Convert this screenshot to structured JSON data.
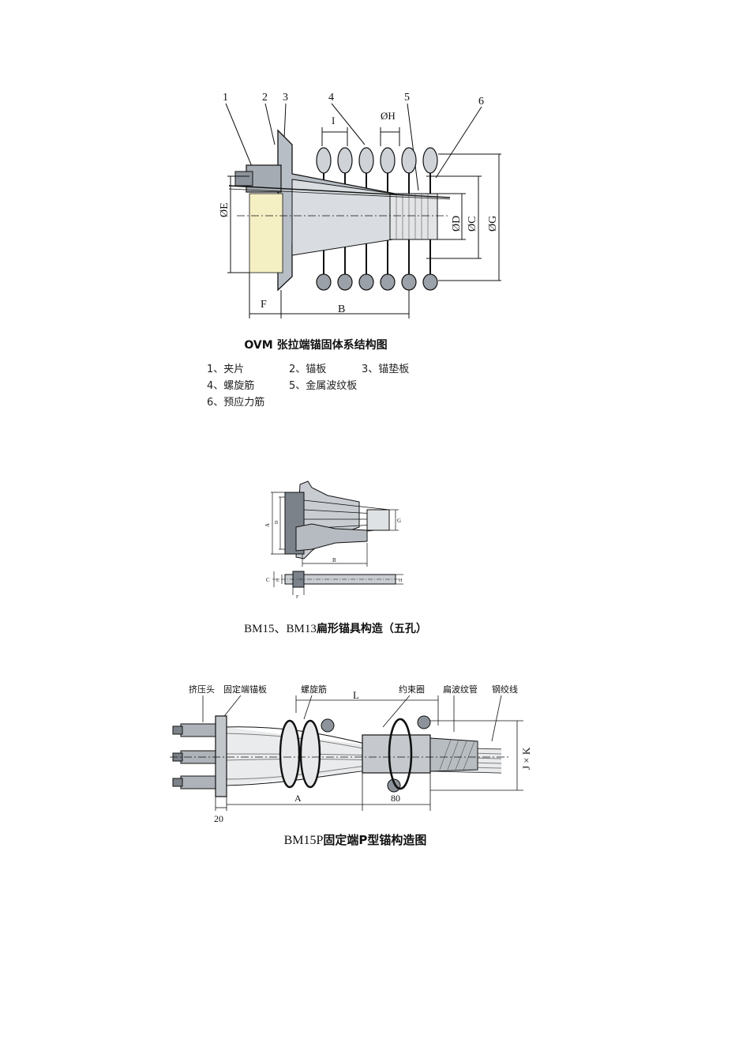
{
  "figure1": {
    "callouts": [
      "1",
      "2",
      "3",
      "4",
      "5",
      "6"
    ],
    "dims": {
      "I": "I",
      "H": "ØH",
      "E": "ØE",
      "D": "ØD",
      "C": "ØC",
      "G": "ØG",
      "F": "F",
      "B": "B"
    },
    "caption": "OVM 张拉端锚固体系结构图",
    "legend": [
      "1、夹片",
      "2、锚板",
      "3、锚垫板",
      "4、螺旋筋",
      "5、金属波纹板",
      "6、预应力筋"
    ]
  },
  "figure2": {
    "dims": {
      "A": "A",
      "B": "B",
      "C": "C",
      "D": "D",
      "E": "E",
      "F": "F",
      "G": "G",
      "H": "H"
    },
    "caption_prefix": "BM15、BM13",
    "caption_rest": "扁形锚具构造（五孔）"
  },
  "figure3": {
    "labels": [
      "挤压头",
      "固定端锚板",
      "螺旋筋",
      "约束圈",
      "扁波纹管",
      "钢绞线"
    ],
    "dims": {
      "L": "L",
      "A": "A",
      "d20": "20",
      "d80": "80",
      "JK": "J × K"
    },
    "caption_prefix": "BM15P",
    "caption_rest": "固定端P型锚构造图"
  }
}
